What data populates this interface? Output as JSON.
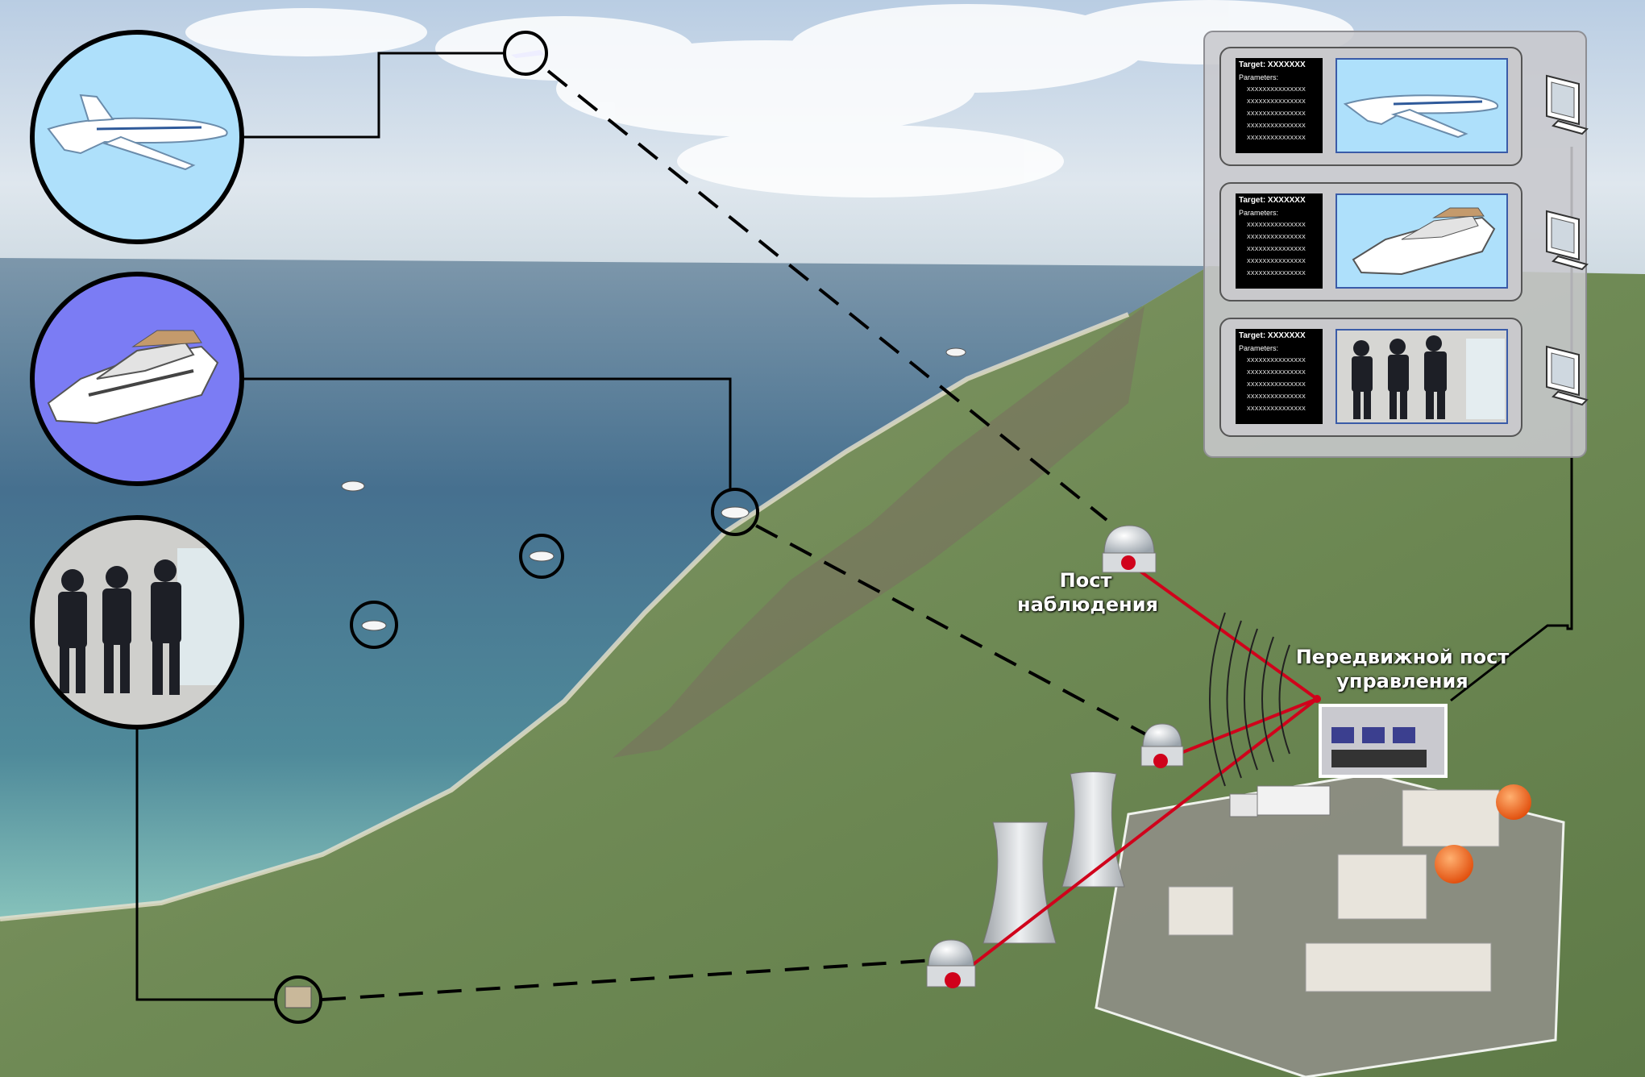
{
  "labels": {
    "observation_post": "Пост\nнаблюдения",
    "mobile_post": "Передвижной пост\nуправления"
  },
  "cards": [
    {
      "target": "Target: XXXXXXX",
      "params": "Parameters:",
      "rows": [
        "XXXXXXXXXXXXXXX",
        "XXXXXXXXXXXXXXX",
        "XXXXXXXXXXXXXXX",
        "XXXXXXXXXXXXXXX",
        "XXXXXXXXXXXXXXX"
      ],
      "image": "plane"
    },
    {
      "target": "Target: XXXXXXX",
      "params": "Parameters:",
      "rows": [
        "XXXXXXXXXXXXXXX",
        "XXXXXXXXXXXXXXX",
        "XXXXXXXXXXXXXXX",
        "XXXXXXXXXXXXXXX",
        "XXXXXXXXXXXXXXX"
      ],
      "image": "yacht"
    },
    {
      "target": "Target: XXXXXXX",
      "params": "Parameters:",
      "rows": [
        "XXXXXXXXXXXXXXX",
        "XXXXXXXXXXXXXXX",
        "XXXXXXXXXXXXXXX",
        "XXXXXXXXXXXXXXX",
        "XXXXXXXXXXXXXXX"
      ],
      "image": "soldiers"
    }
  ],
  "detected_targets": [
    "plane-icon",
    "yacht-icon",
    "soldiers-icon"
  ],
  "colors": {
    "sea": "#3e6a8a",
    "shallow": "#7fb8b4",
    "land": "#6f8a55",
    "sky": "#c8d9e8",
    "link": "#d0021b",
    "track": "#000000"
  }
}
